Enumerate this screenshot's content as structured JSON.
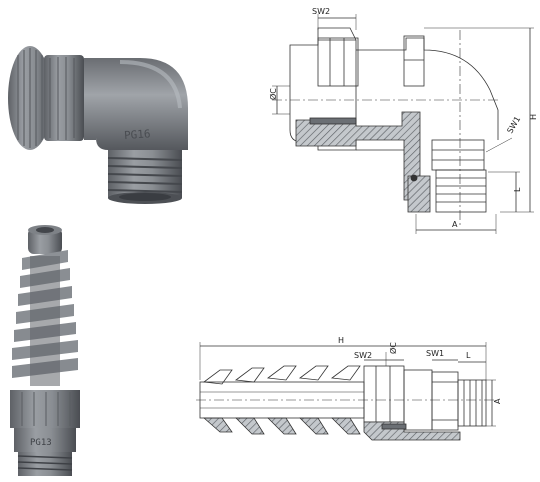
{
  "photos": {
    "elbow_gland": {
      "alt": "Grey plastic 90-degree elbow cable gland",
      "marking": "PG16"
    },
    "spiral_gland": {
      "alt": "Grey cable gland with spiral strain-relief sleeve",
      "marking": "PG13"
    }
  },
  "drawing_elbow": {
    "labels": {
      "sw2": "SW2",
      "dc": "ØC",
      "sw1": "SW1",
      "h": "H",
      "l": "L",
      "a": "A"
    }
  },
  "drawing_spiral": {
    "labels": {
      "h": "H",
      "sw2": "SW2",
      "dc": "ØC",
      "sw1": "SW1",
      "l": "L",
      "a": "A"
    }
  },
  "colors": {
    "plastic": "#8a8d92",
    "plastic_dark": "#55585d",
    "hatch": "#9aa0a6",
    "line": "#333333"
  }
}
